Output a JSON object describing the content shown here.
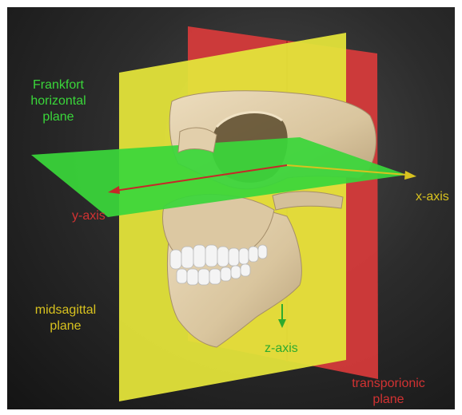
{
  "colors": {
    "background_center": "#4a4a4a",
    "background_edge": "#141414",
    "midsagittal_plane": "#e3e33a",
    "transporionic_plane": "#d93b3b",
    "frankfort_plane": "#3ad63a",
    "bone": "#e2cfab",
    "teeth": "#f4f4f4",
    "x_axis": "#d8c21f",
    "y_axis": "#c62828",
    "z_axis": "#2eaa2e"
  },
  "labels": {
    "frankfort": [
      "Frankfort",
      "horizontal",
      "plane"
    ],
    "y_axis": "y-axis",
    "x_axis": "x-axis",
    "midsagittal": [
      "midsagittal",
      "plane"
    ],
    "z_axis": "z-axis",
    "transporionic": [
      "transporionic",
      "plane"
    ]
  }
}
